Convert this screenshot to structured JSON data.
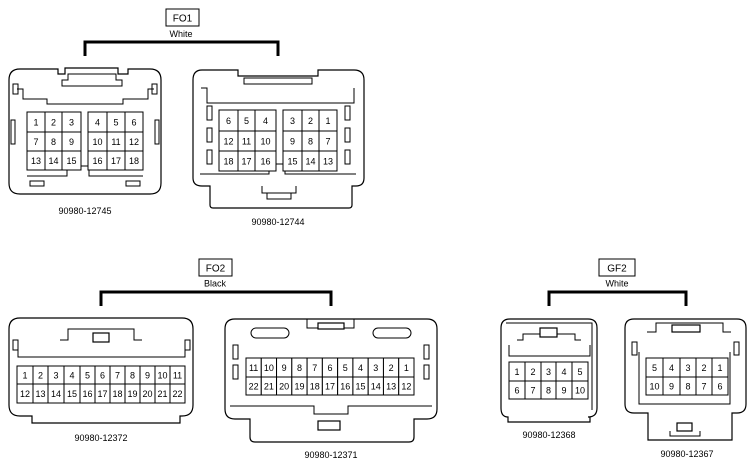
{
  "groups": [
    {
      "id": "FO1",
      "color": "White",
      "parts": [
        "90980-12745",
        "90980-12744"
      ]
    },
    {
      "id": "FO2",
      "color": "Black",
      "parts": [
        "90980-12372",
        "90980-12371"
      ]
    },
    {
      "id": "GF2",
      "color": "White",
      "parts": [
        "90980-12368",
        "90980-12367"
      ]
    }
  ],
  "connectors": {
    "c12745": {
      "rows": [
        [
          "1",
          "2",
          "3",
          "4",
          "5",
          "6"
        ],
        [
          "7",
          "8",
          "9",
          "10",
          "11",
          "12"
        ],
        [
          "13",
          "14",
          "15",
          "16",
          "17",
          "18"
        ]
      ]
    },
    "c12744": {
      "rows": [
        [
          "6",
          "5",
          "4",
          "3",
          "2",
          "1"
        ],
        [
          "12",
          "11",
          "10",
          "9",
          "8",
          "7"
        ],
        [
          "18",
          "17",
          "16",
          "15",
          "14",
          "13"
        ]
      ]
    },
    "c12372": {
      "rows": [
        [
          "1",
          "2",
          "3",
          "4",
          "5",
          "6",
          "7",
          "8",
          "9",
          "10",
          "11"
        ],
        [
          "12",
          "13",
          "14",
          "15",
          "16",
          "17",
          "18",
          "19",
          "20",
          "21",
          "22"
        ]
      ]
    },
    "c12371": {
      "rows": [
        [
          "11",
          "10",
          "9",
          "8",
          "7",
          "6",
          "5",
          "4",
          "3",
          "2",
          "1"
        ],
        [
          "22",
          "21",
          "20",
          "19",
          "18",
          "17",
          "16",
          "15",
          "14",
          "13",
          "12"
        ]
      ]
    },
    "c12368": {
      "rows": [
        [
          "1",
          "2",
          "3",
          "4",
          "5"
        ],
        [
          "6",
          "7",
          "8",
          "9",
          "10"
        ]
      ]
    },
    "c12367": {
      "rows": [
        [
          "5",
          "4",
          "3",
          "2",
          "1"
        ],
        [
          "10",
          "9",
          "8",
          "7",
          "6"
        ]
      ]
    }
  }
}
